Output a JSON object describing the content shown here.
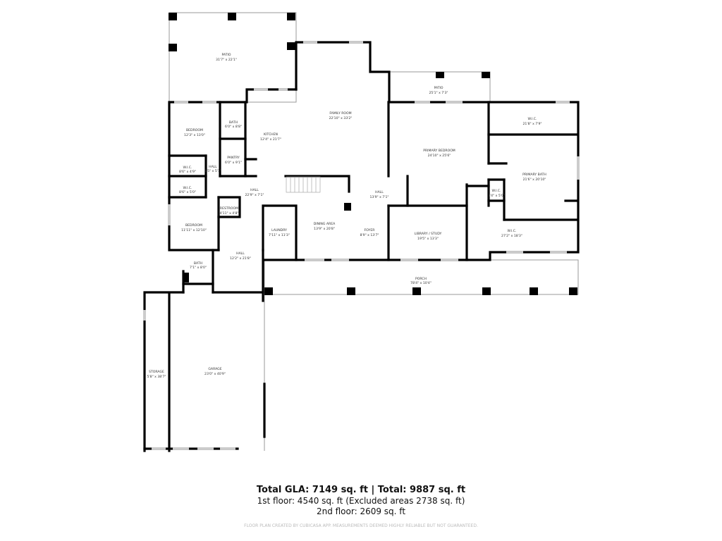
{
  "rooms": [
    {
      "name": "PATIO",
      "dim": "31'7\" x 22'1\""
    },
    {
      "name": "FAMILY ROOM",
      "dim": "22'10\" x 33'2\""
    },
    {
      "name": "PATIO",
      "dim": "25'1\" x 7'3\""
    },
    {
      "name": "BEDROOM",
      "dim": "12'3\" x 13'0\""
    },
    {
      "name": "BATH",
      "dim": "6'0\" x 8'8\""
    },
    {
      "name": "KITCHEN",
      "dim": "12'4\" x 21'7\""
    },
    {
      "name": "PANTRY",
      "dim": "6'0\" x 9'1\""
    },
    {
      "name": "W.I.C.",
      "dim": "8'6\" x 4'9\""
    },
    {
      "name": "HALL",
      "dim": "3'5\" x 5'1\""
    },
    {
      "name": "W.I.C.",
      "dim": "8'6\" x 5'0\""
    },
    {
      "name": "HALL",
      "dim": "22'9\" x 7'1\""
    },
    {
      "name": "PRIMARY BEDROOM",
      "dim": "24'10\" x 25'6\""
    },
    {
      "name": "W.I.C.",
      "dim": "21'8\" x 7'9\""
    },
    {
      "name": "PRIMARY BATH",
      "dim": "21'6\" x 20'10\""
    },
    {
      "name": "W.I.C.",
      "dim": "3'4\" x 5'0\""
    },
    {
      "name": "HALL",
      "dim": "13'9\" x 7'1\""
    },
    {
      "name": "RESTROOM",
      "dim": "4'11\" x 4'8\""
    },
    {
      "name": "BEDROOM",
      "dim": "11'11\" x 12'10\""
    },
    {
      "name": "LAUNDRY",
      "dim": "7'11\" x 11'3\""
    },
    {
      "name": "DINING AREA",
      "dim": "13'9\" x 20'8\""
    },
    {
      "name": "FOYER",
      "dim": "8'9\" x 13'7\""
    },
    {
      "name": "LIBRARY / STUDY",
      "dim": "19'5\" x 13'3\""
    },
    {
      "name": "W.I.C.",
      "dim": "27'2\" x 18'3\""
    },
    {
      "name": "HALL",
      "dim": "12'2\" x 21'8\""
    },
    {
      "name": "BATH",
      "dim": "7'1\" x 8'0\""
    },
    {
      "name": "PORCH",
      "dim": "78'4\" x 10'4\""
    },
    {
      "name": "STORAGE",
      "dim": "5'8\" x 38'7\""
    },
    {
      "name": "GARAGE",
      "dim": "23'0\" x 40'9\""
    }
  ],
  "summary": {
    "total": "Total GLA: 7149 sq. ft | Total: 9887 sq. ft",
    "first_floor": "1st floor: 4540 sq. ft (Excluded areas 2738 sq. ft)",
    "second_floor": "2nd floor: 2609 sq. ft",
    "disclaimer": "FLOOR PLAN CREATED BY CUBICASA APP. MEASUREMENTS DEEMED HIGHLY RELIABLE BUT NOT GUARANTEED."
  }
}
